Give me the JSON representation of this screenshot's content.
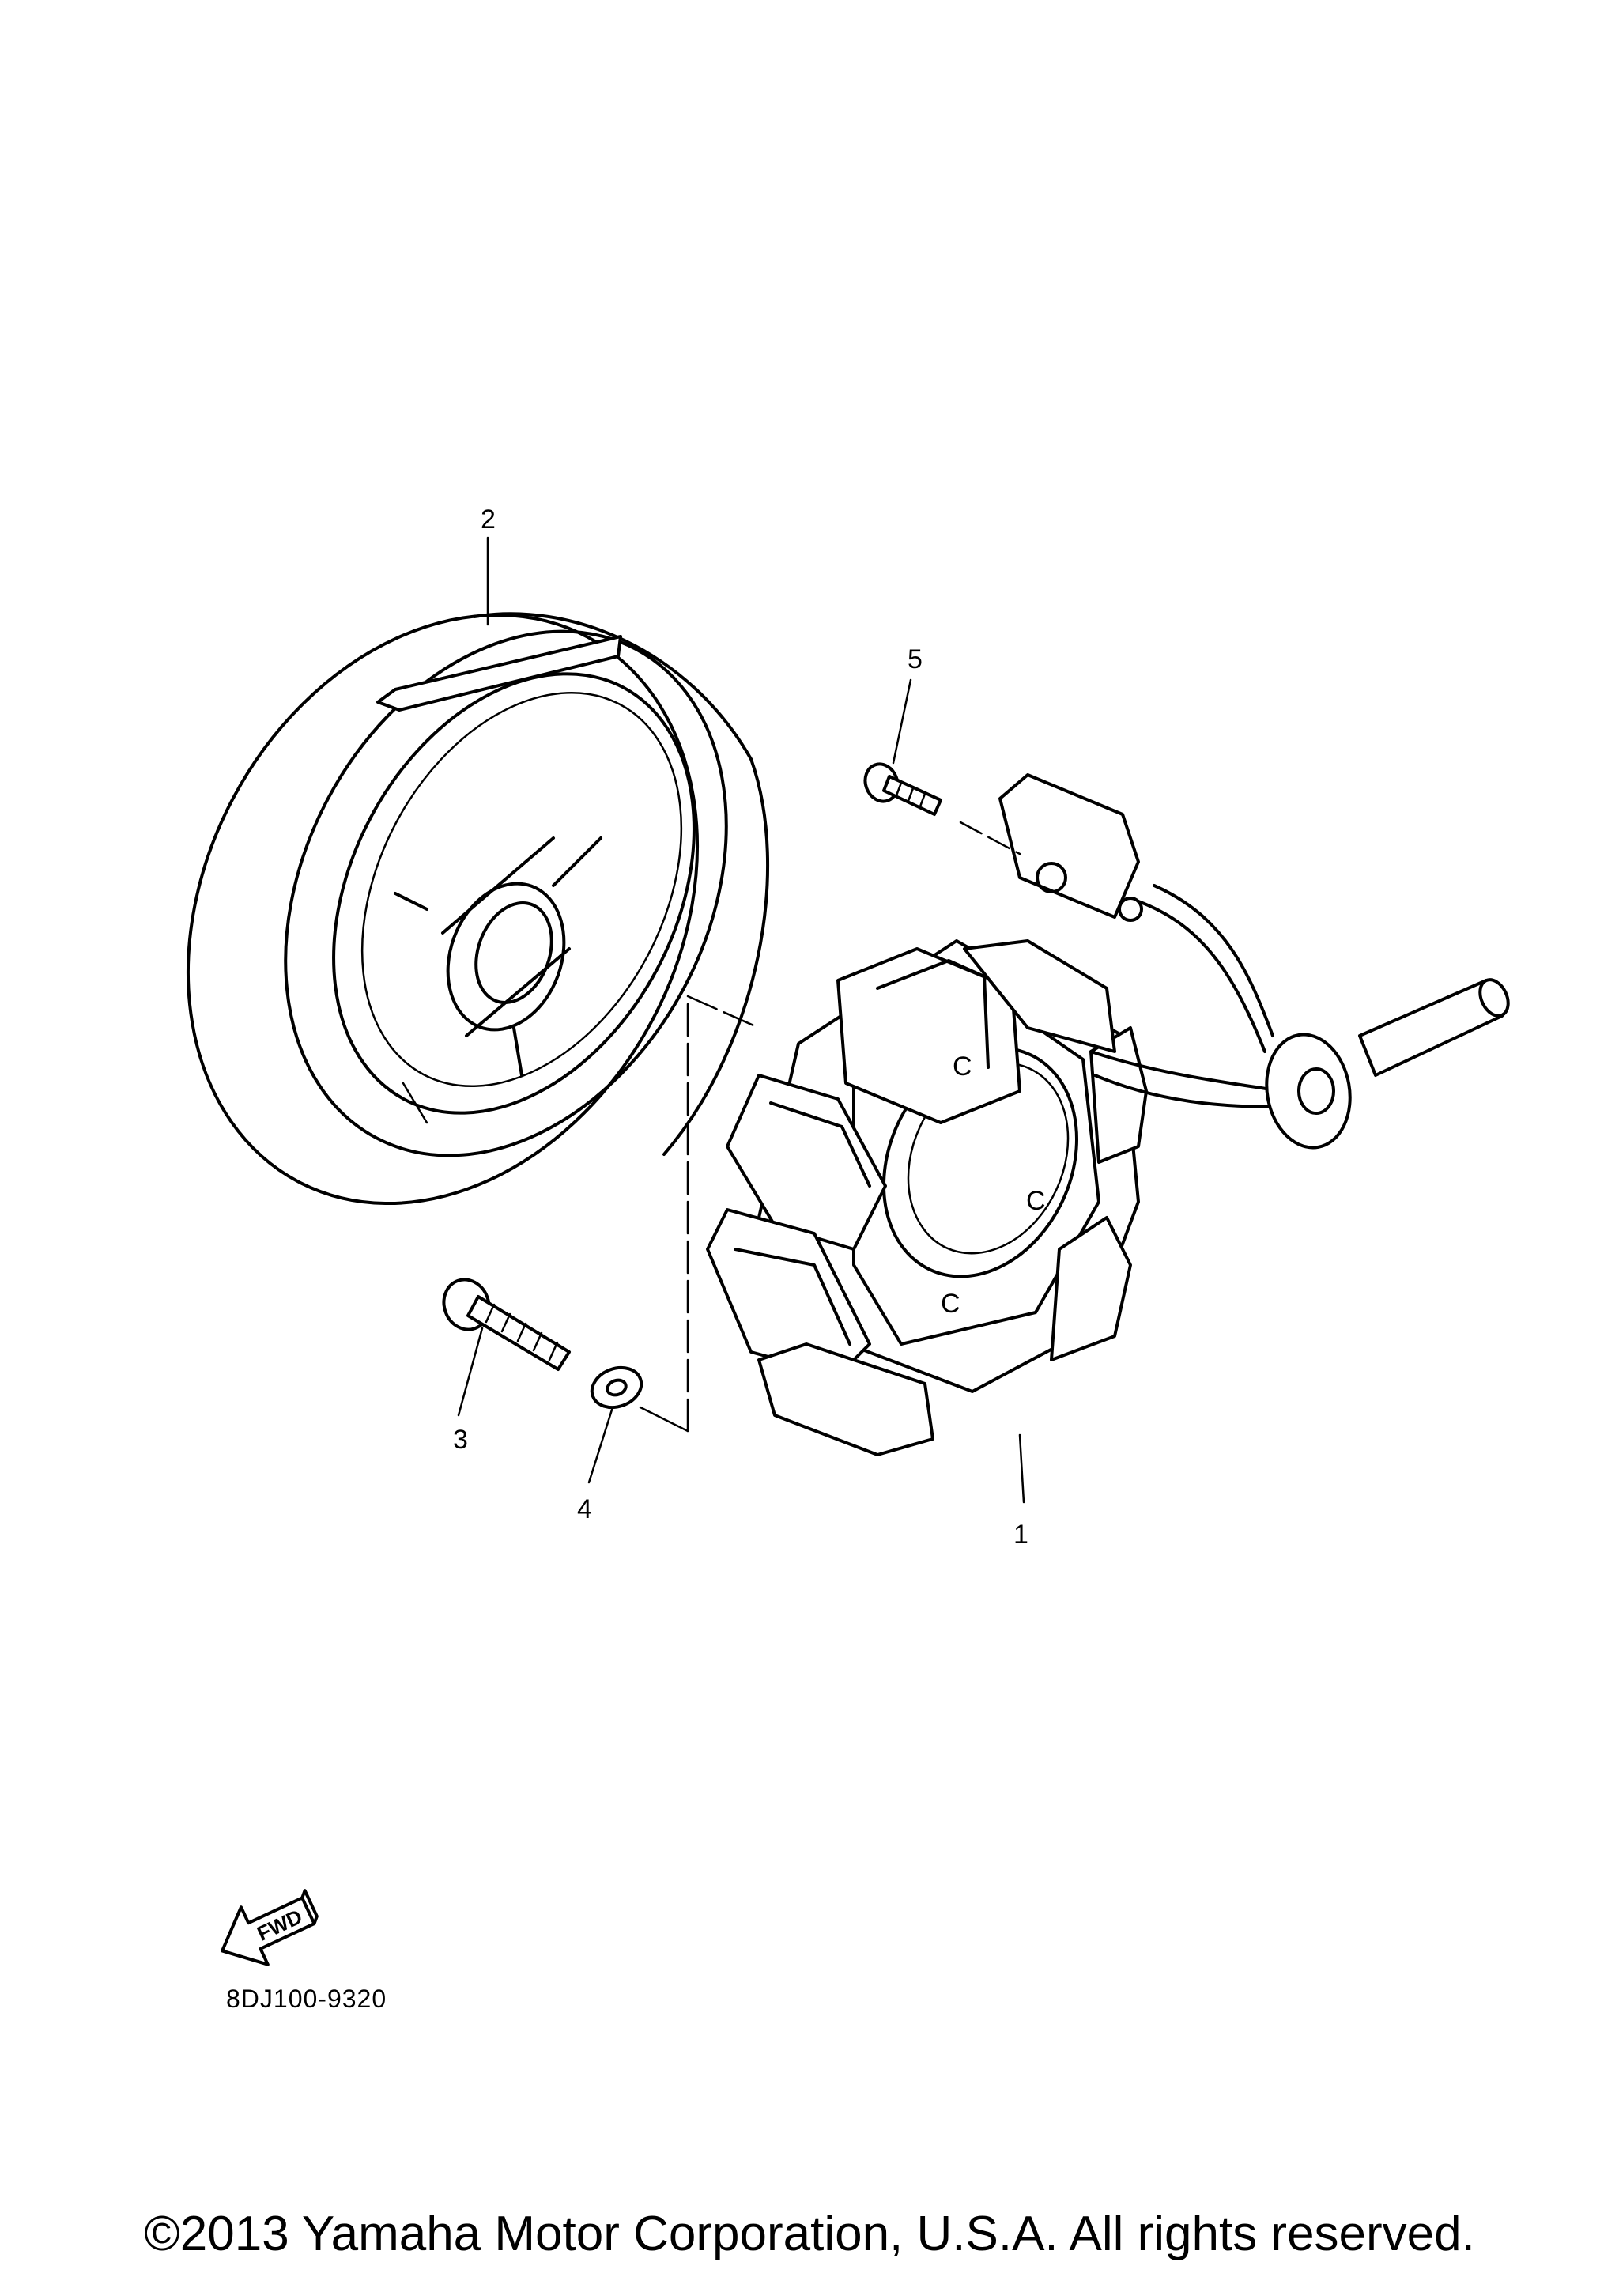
{
  "diagram": {
    "callouts": [
      {
        "id": "1",
        "label": "1"
      },
      {
        "id": "2",
        "label": "2"
      },
      {
        "id": "3",
        "label": "3"
      },
      {
        "id": "4",
        "label": "4"
      },
      {
        "id": "5",
        "label": "5"
      }
    ],
    "stator_marks": [
      "C",
      "C",
      "C"
    ],
    "fwd_label": "FWD",
    "code": "8DJ100-9320"
  },
  "footer": {
    "copyright": "©2013 Yamaha Motor Corporation, U.S.A. All rights reserved."
  },
  "colors": {
    "ink": "#000000",
    "paper": "#ffffff"
  }
}
